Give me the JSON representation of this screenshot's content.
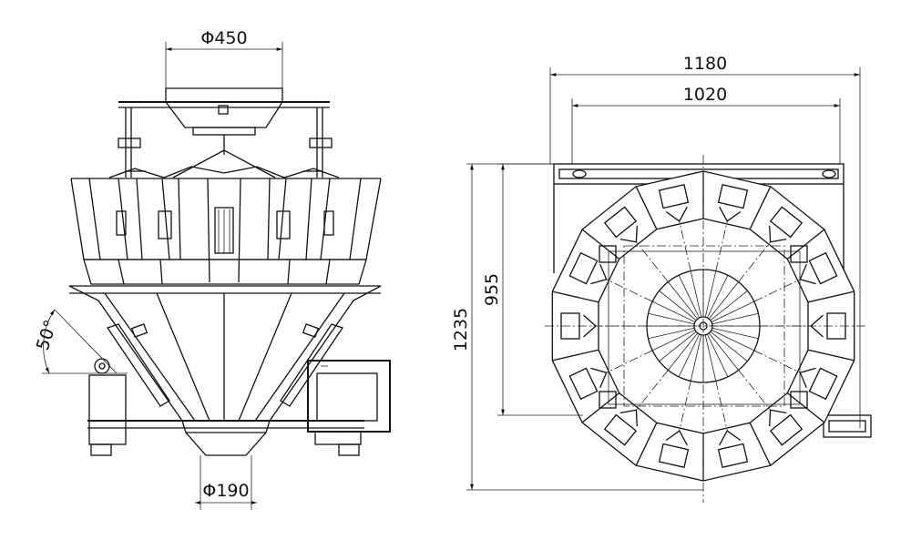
{
  "dimensions": {
    "top_inlet_diameter": "Φ450",
    "outlet_diameter": "Φ190",
    "discharge_angle": "50°",
    "overall_width": "1180",
    "frame_width": "1020",
    "overall_depth": "1235",
    "frame_depth": "955"
  },
  "views": [
    "front-elevation",
    "top-plan"
  ],
  "line_color": "#111111",
  "background_color": "#ffffff"
}
